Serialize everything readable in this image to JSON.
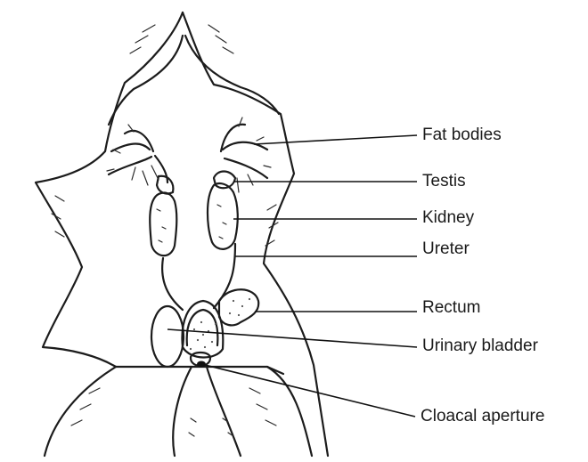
{
  "labels": {
    "fat_bodies": "Fat bodies",
    "testis": "Testis",
    "kidney": "Kidney",
    "ureter": "Ureter",
    "rectum": "Rectum",
    "urinary_bladder": "Urinary bladder",
    "cloacal_aperture": "Cloacal aperture"
  }
}
